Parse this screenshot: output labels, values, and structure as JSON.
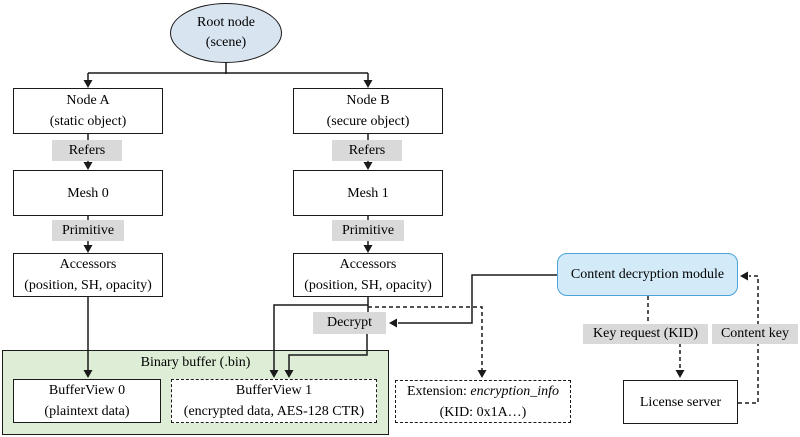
{
  "colors": {
    "line-color": "#1a1a1a",
    "gray-label-bg": "#d9d9d9",
    "root-node-fill": "#d9e4f1",
    "cdm-fill": "#d3eaf8",
    "cdm-border": "#4ba3d9",
    "buffer-fill": "#deeed6",
    "text-color": "#000000"
  },
  "scene_graph": {
    "root": {
      "title": "Root node",
      "subtitle": "(scene)"
    },
    "left": {
      "node": {
        "title": "Node A",
        "subtitle": "(static object)"
      },
      "refers_label": "Refers",
      "mesh": {
        "title": "Mesh 0"
      },
      "primitive_label": "Primitive",
      "accessors": {
        "title": "Accessors",
        "subtitle": "(position, SH, opacity)"
      }
    },
    "right": {
      "node": {
        "title": "Node B",
        "subtitle": "(secure object)"
      },
      "refers_label": "Refers",
      "mesh": {
        "title": "Mesh 1"
      },
      "primitive_label": "Primitive",
      "accessors": {
        "title": "Accessors",
        "subtitle": "(position, SH, opacity)"
      }
    }
  },
  "decrypt_label": "Decrypt",
  "binary_buffer": {
    "title": "Binary buffer (.bin)",
    "bufferview0": {
      "title": "BufferView 0",
      "subtitle": "(plaintext data)"
    },
    "bufferview1": {
      "title": "BufferView 1",
      "subtitle": "(encrypted data, AES-128 CTR)"
    }
  },
  "extension": {
    "prefix": "Extension: ",
    "name": "encryption_info",
    "subtitle": "(KID: 0x1A…)"
  },
  "drm": {
    "cdm_label": "Content decryption module",
    "key_request_label": "Key request (KID)",
    "content_key_label": "Content key",
    "license_server_label": "License server"
  }
}
